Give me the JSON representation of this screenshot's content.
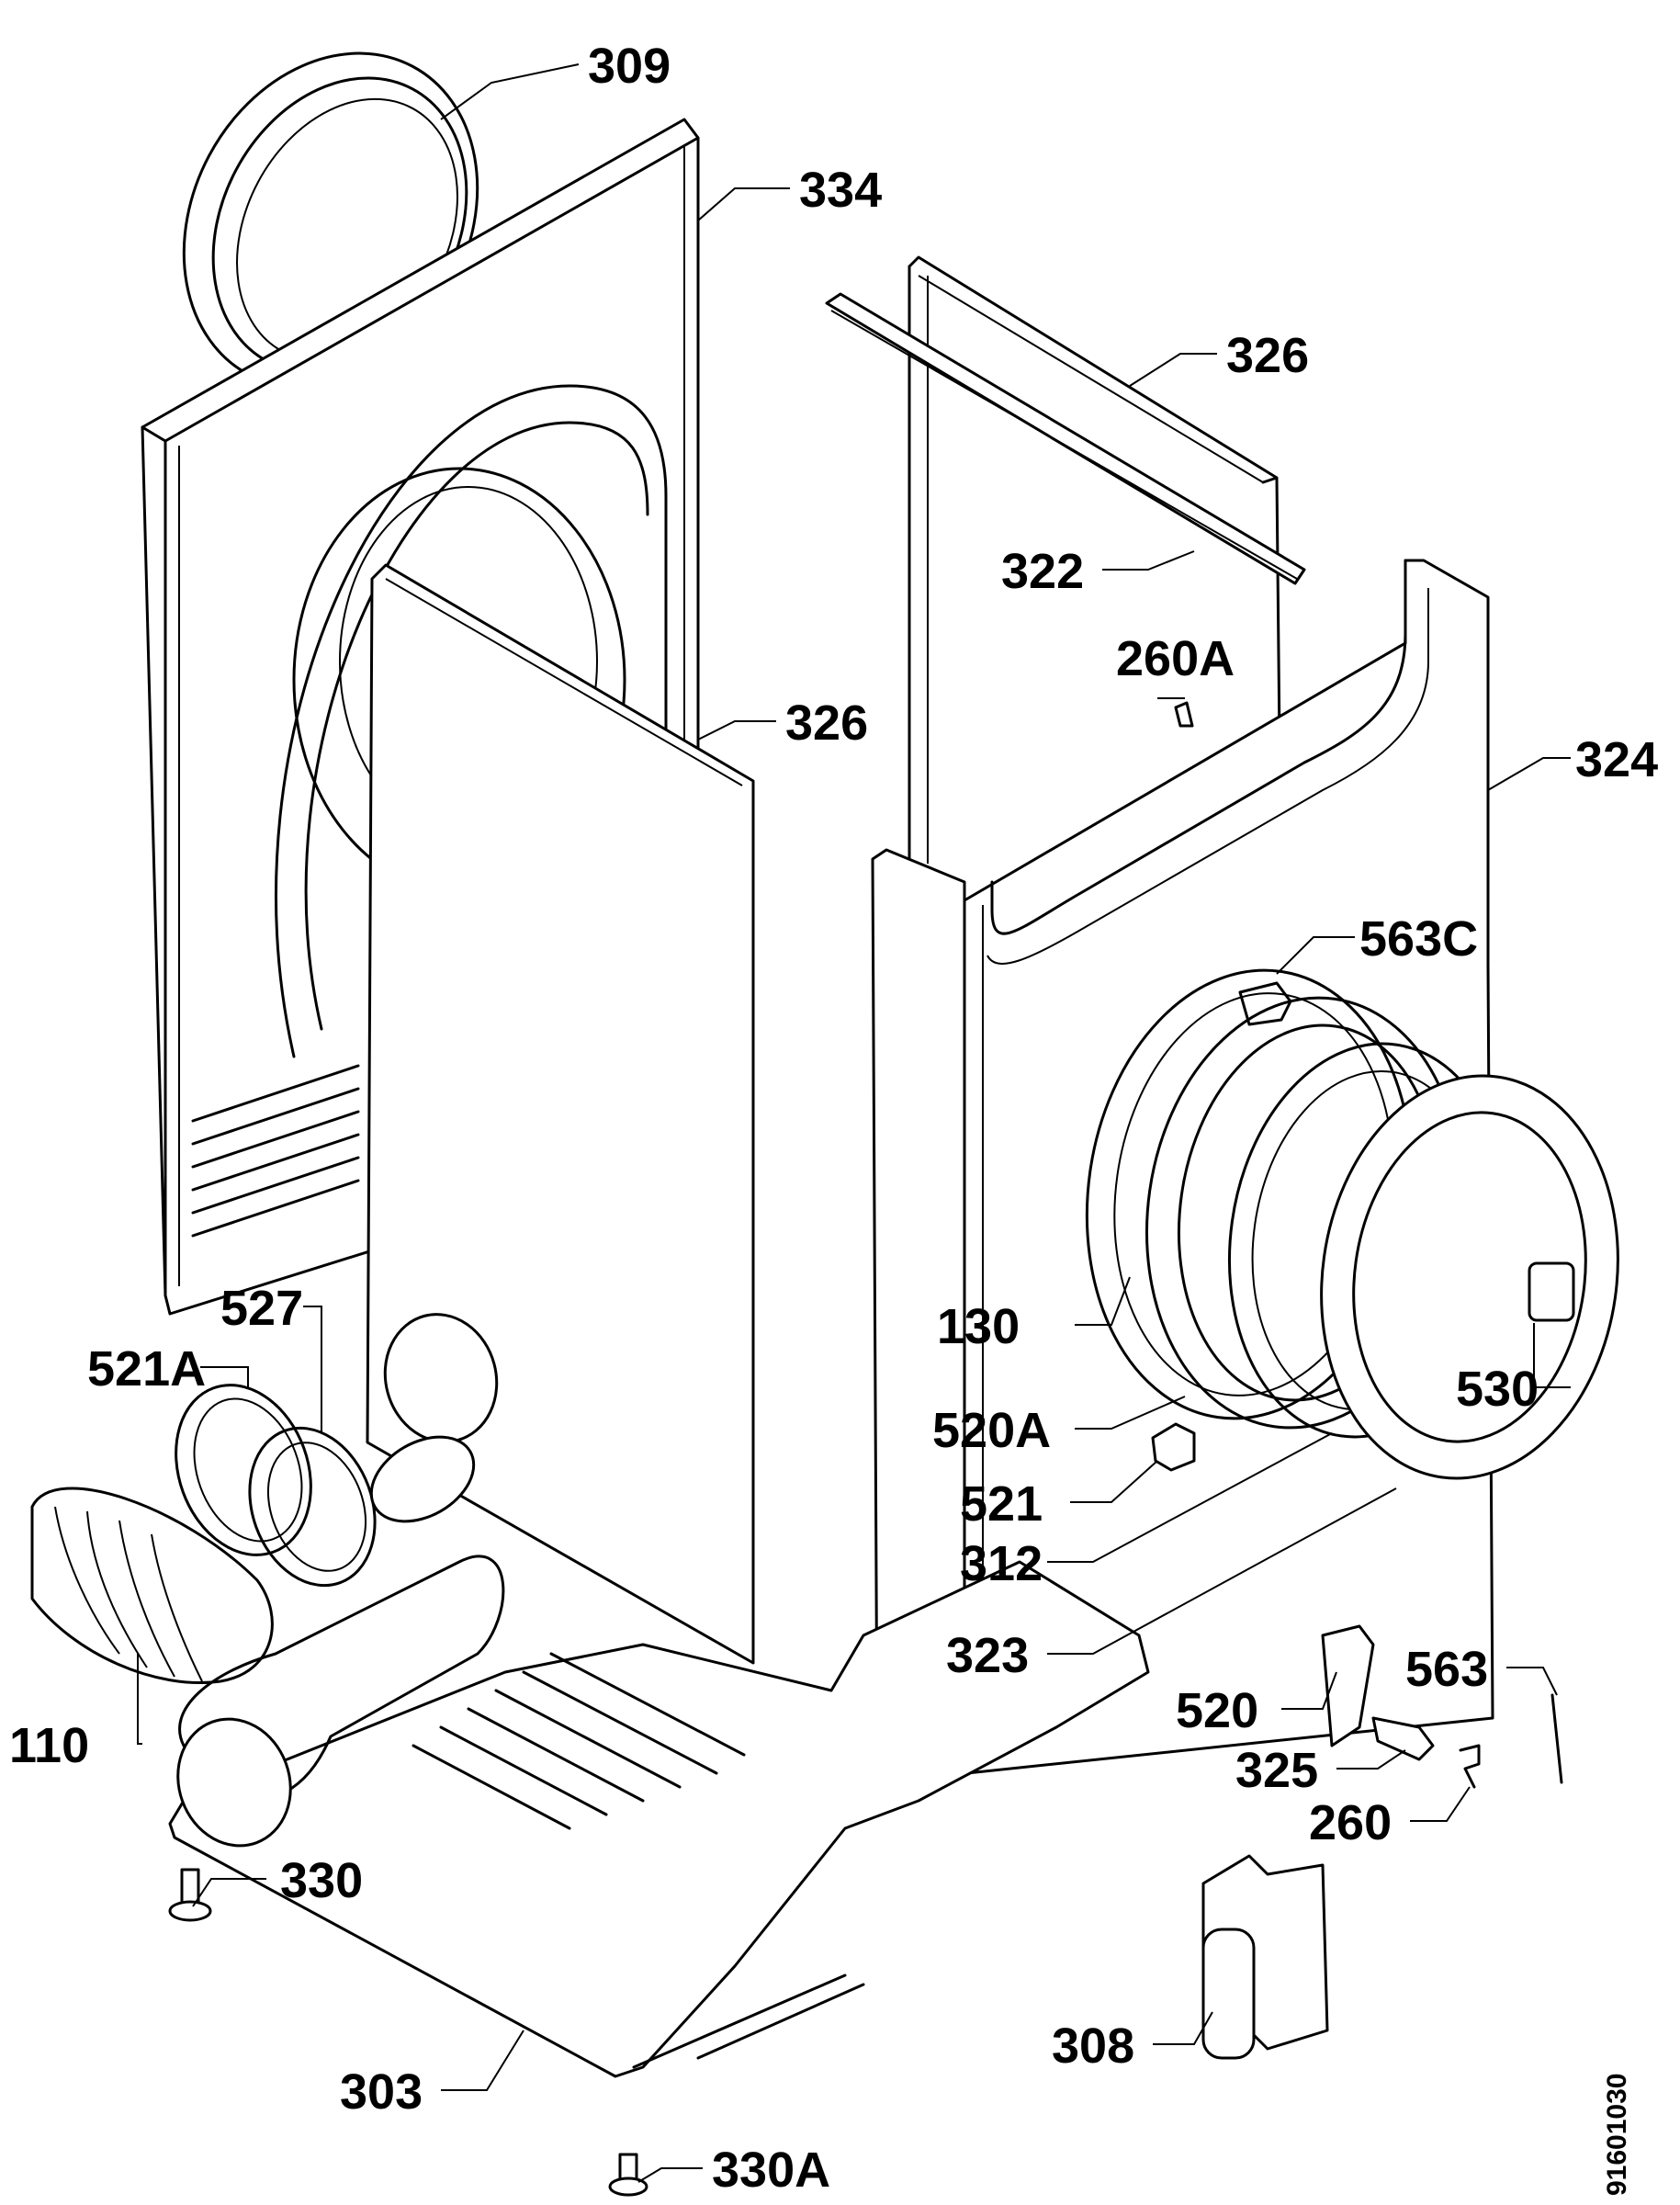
{
  "labels": {
    "l309": "309",
    "l334": "334",
    "l326a": "326",
    "l322": "322",
    "l260a": "260A",
    "l326b": "326",
    "l324": "324",
    "l563c": "563C",
    "l527": "527",
    "l521a": "521A",
    "l130": "130",
    "l520a": "520A",
    "l530": "530",
    "l521": "521",
    "l312": "312",
    "l323": "323",
    "l563": "563",
    "l520": "520",
    "l325": "325",
    "l110": "110",
    "l260": "260",
    "l330": "330",
    "l308": "308",
    "l303": "303",
    "l330a": "330A"
  },
  "drawing_code": "91601030"
}
